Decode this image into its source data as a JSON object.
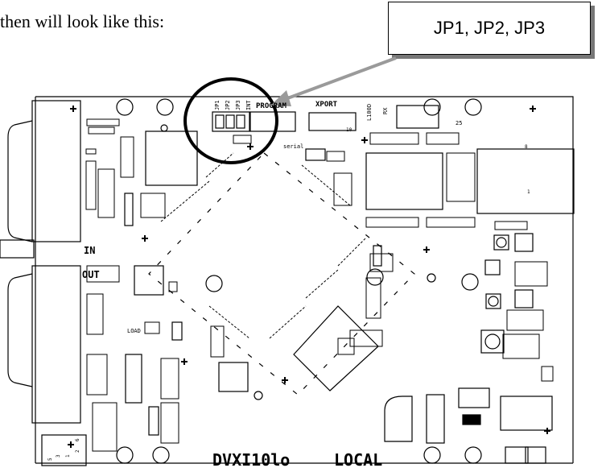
{
  "intro_text": "then will look like this:",
  "callout_label": "JP1, JP2, JP3",
  "board": {
    "jumper_labels": [
      "JP1",
      "JP2",
      "JP3",
      "INT"
    ],
    "program_label": "PROGRAM",
    "xport_label": "XPORT",
    "l100d_label": "L100D",
    "rx_label": "RX",
    "serial_label": "serial",
    "in_label": "IN",
    "out_label": "OUT",
    "load_label": "LOAD",
    "name_label": "DVXI10lo",
    "local_label": "LOCAL",
    "num_25": "25",
    "num_10": "10",
    "num_1": "1",
    "num_8": "8",
    "conn_1": "1",
    "conn_2": "2",
    "conn_3": "3",
    "conn_5": "5",
    "conn_6": "6"
  }
}
